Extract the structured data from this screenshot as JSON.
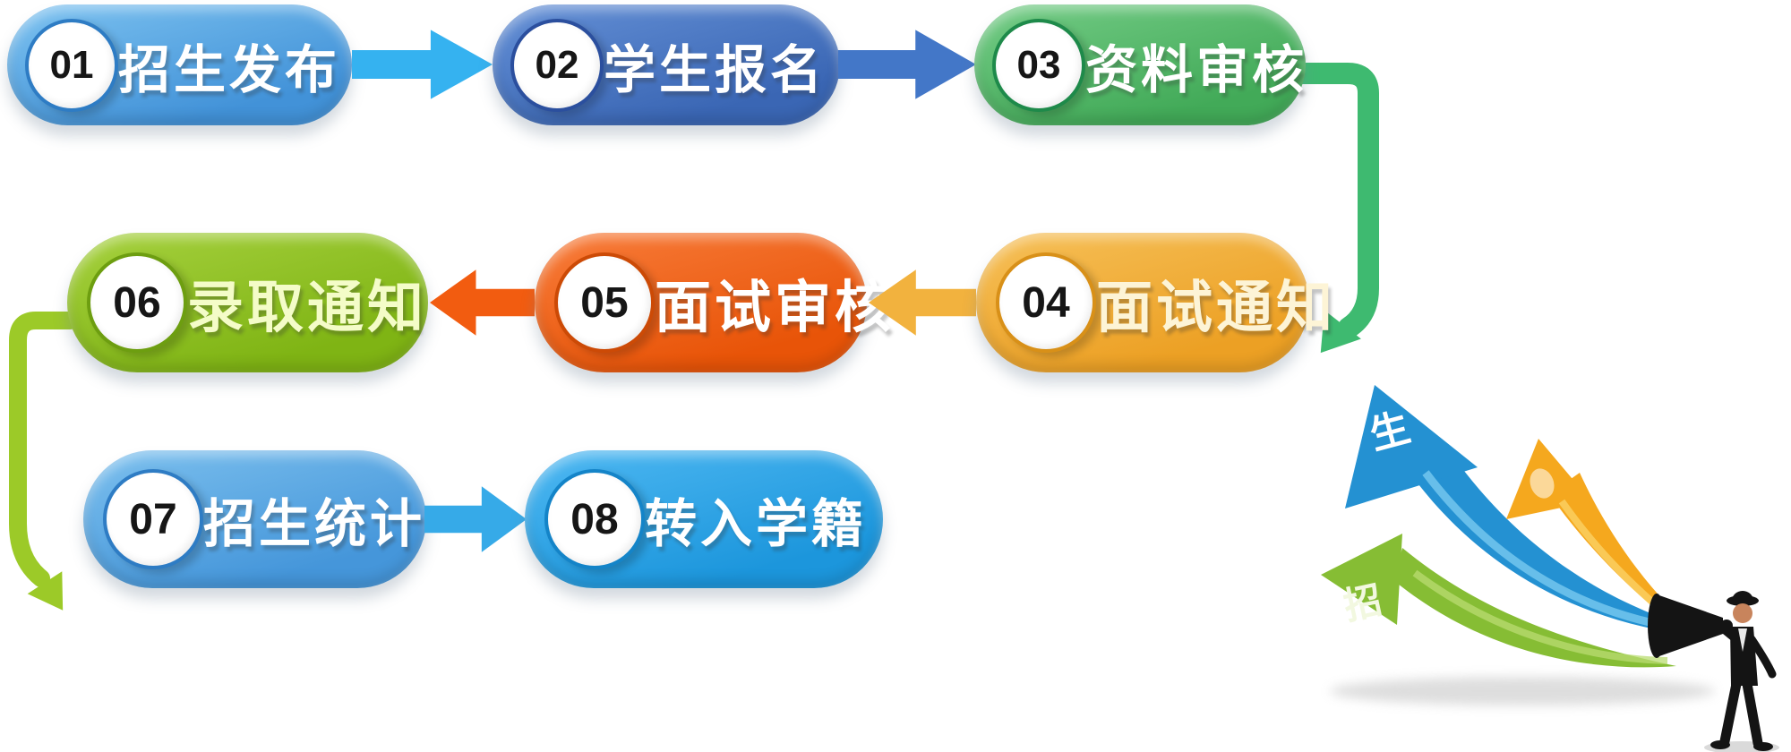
{
  "steps": [
    {
      "num": "01",
      "label": "招生发布",
      "c1": "#7cc2f0",
      "c2": "#4292d8",
      "ring": "#2e7cc4",
      "text": "#ffffff"
    },
    {
      "num": "02",
      "label": "学生报名",
      "c1": "#6490d6",
      "c2": "#3a66b4",
      "ring": "#2b4f9e",
      "text": "#ffffff"
    },
    {
      "num": "03",
      "label": "资料审核",
      "c1": "#74cc86",
      "c2": "#42aa58",
      "ring": "#1e8a4a",
      "text": "#ffffff"
    },
    {
      "num": "04",
      "label": "面试通知",
      "c1": "#f6c058",
      "c2": "#eca024",
      "ring": "#d89018",
      "text": "#fdf4d6"
    },
    {
      "num": "05",
      "label": "面试审核",
      "c1": "#f87c3a",
      "c2": "#e85408",
      "ring": "#cc4a06",
      "text": "#ffffff"
    },
    {
      "num": "06",
      "label": "录取通知",
      "c1": "#a6d13e",
      "c2": "#7fb414",
      "ring": "#6d9e10",
      "text": "#f4fcc8"
    },
    {
      "num": "07",
      "label": "招生统计",
      "c1": "#7cc0ee",
      "c2": "#4596da",
      "ring": "#2e7cc4",
      "text": "#ffffff"
    },
    {
      "num": "08",
      "label": "转入学籍",
      "c1": "#4eb8f2",
      "c2": "#1c96dc",
      "ring": "#1484c8",
      "text": "#ffffff"
    }
  ],
  "connectors": {
    "a12": {
      "color": "#35b2f0"
    },
    "a23": {
      "color": "#4377c8"
    },
    "c34": {
      "color": "#3eba70"
    },
    "a45": {
      "color": "#f2b23e"
    },
    "a56": {
      "color": "#f25c10"
    },
    "c67": {
      "color": "#9cca28"
    },
    "a78": {
      "color": "#36aae8"
    }
  },
  "decoration": {
    "arrows": [
      {
        "name": "blue-up-arrow",
        "label": "生",
        "fill": "#2491d2",
        "highlight": "#7ecdf2"
      },
      {
        "name": "orange-up-arrow",
        "label": "",
        "fill": "#f5a81e",
        "highlight": "#fbd46a"
      },
      {
        "name": "green-up-arrow",
        "label": "招",
        "fill": "#86bd34",
        "highlight": "#b9dc72"
      }
    ],
    "figure": {
      "suit": "#141414",
      "skin": "#c8845c"
    },
    "shadow": "#b5b5b5"
  }
}
